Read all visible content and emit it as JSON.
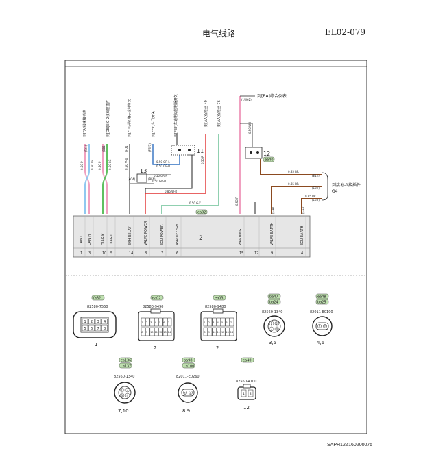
{
  "header": {
    "title": "电气线路",
    "code": "EL02-079"
  },
  "footer": {
    "code": "SAPH12Z160200075"
  },
  "destinations": {
    "fa": "到[FA]线束接插件",
    "db": "到[DB]EIC-2线束接插件",
    "fd": "到[FD]共轨电子控制单元",
    "fef_door": "到[FEF]车门开关",
    "fef_brake": "到[FEF]车速制动控制器开关",
    "aa49": "到[AA]保险丝 49",
    "aa76": "到[AA]保险丝 76",
    "ba": "到[BA]综合仪表",
    "ground": "到接地-1接插件",
    "ground_code": "G4"
  },
  "wires": {
    "can_l_top": "0.50 P",
    "can_h_top": "0.50 LB",
    "diag_k": "0.50 P",
    "diag_l": "0.50 LG",
    "exh_relay": "0.50 V-W",
    "exh_gr_b": "0.50 GR-B",
    "brake_a": "0.50 GR-L",
    "brake_b": "0.50 GR-B",
    "door": "0.50 GR-R",
    "valve_power": "0.85 W-R",
    "ecu_power": "0.50 R",
    "fuse76": "0.50 G-Y",
    "warning": "0.50 P",
    "warn_top": "0.50 WH",
    "earth_10": "0.85 BR",
    "earth_7": "0.85 BR",
    "earth_4": "0.85 BR"
  },
  "codes": {
    "fa_pin": "(FA1)",
    "db_pin": "(DB1)",
    "fd_pin": "(FD1)",
    "fef_pin": "(FEF1)",
    "ba_pin": "(1W62)",
    "c13": "(AC4)",
    "c13b": "(BFA)",
    "e12": "(E12)",
    "e3v": "(E3V)",
    "e3r": "(E3R)",
    "bus_a": "(E-A1)",
    "bus_b": "(E-E2)"
  },
  "connector_refs": {
    "c11": "11",
    "c12": "12",
    "c13": "13",
    "ea02": "ea02",
    "ea40": "ea40"
  },
  "ecu": {
    "label": "2",
    "pins": [
      {
        "name": "CAN L",
        "num": "1"
      },
      {
        "name": "CAN H",
        "num": "3"
      },
      {
        "name": "DIAG K",
        "num": "10"
      },
      {
        "name": "DIAG L",
        "num": "5"
      },
      {
        "name": "EXH RELAY",
        "num": "14"
      },
      {
        "name": "VALVE POWER",
        "num": "8"
      },
      {
        "name": "ECU POWER",
        "num": "7"
      },
      {
        "name": "ASR OFF SW",
        "num": "6"
      },
      {
        "name": "WARNING",
        "num": "15"
      },
      {
        "name": "",
        "num": "12"
      },
      {
        "name": "VALVE EARTH",
        "num": "9"
      },
      {
        "name": "ECU EARTH",
        "num": "4"
      }
    ]
  },
  "connectors": [
    {
      "tag": "fa32",
      "part": "82580-7550",
      "label": "1"
    },
    {
      "tag": "ea02",
      "part": "82580-9490",
      "label": "2"
    },
    {
      "tag": "ea03",
      "part": "82580-9480",
      "label": "2"
    },
    {
      "tag": "ba47",
      "tag2": "ba24",
      "part": "82560-1340",
      "label": "3,5"
    },
    {
      "tag": "ea48",
      "tag2": "ba25",
      "part": "82011-E0100",
      "label": "4,6"
    },
    {
      "tag": "ca136",
      "tag2": "ca137",
      "part": "82560-1340",
      "label": "7,10"
    },
    {
      "tag": "ba98",
      "tag2": "ca100",
      "part": "82011-E0260",
      "label": "8,9"
    },
    {
      "tag": "ea40",
      "part": "82560-4100",
      "label": "12"
    }
  ],
  "pins_big": [
    "1",
    "2",
    "3",
    "4",
    "5",
    "6",
    "7",
    "8",
    "9",
    "10",
    "11",
    "12",
    "13",
    "14"
  ],
  "pins_c1": [
    "1",
    "2",
    "3",
    "4",
    "5",
    "6",
    "7",
    "8"
  ],
  "pins_2": [
    "1",
    "2",
    "3",
    "4"
  ],
  "pins_12": [
    "1",
    "2"
  ],
  "colors": {
    "pink": "#f0a0c0",
    "lightblue": "#90c8f0",
    "green": "#60c060",
    "seagreen": "#90d0b0",
    "red": "#e03030",
    "brown": "#8b4a20",
    "black": "#222222",
    "blue": "#3070c0"
  }
}
